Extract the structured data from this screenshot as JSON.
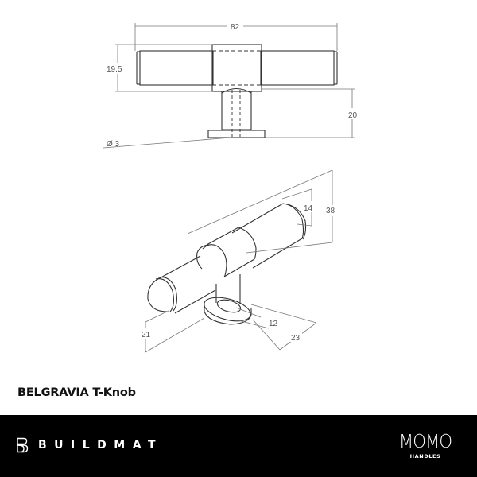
{
  "product": {
    "title": "BELGRAVIA T-Knob"
  },
  "top_view": {
    "dimensions": {
      "overall_length": "82",
      "bar_height": "19.5",
      "stem_height": "20",
      "thread_diameter": "Ø 3"
    }
  },
  "iso_view": {
    "dimensions": {
      "bar_diameter": "14",
      "overall_height": "38",
      "base_height": "21",
      "stem_diameter": "12",
      "base_diameter": "23"
    }
  },
  "footer": {
    "brand_left": "BUILDMAT",
    "brand_right": "MOMO",
    "brand_right_sub": "HANDLES"
  },
  "colors": {
    "line": "#333333",
    "dim_line": "#777777",
    "footer_bg": "#000000",
    "footer_text": "#ffffff"
  }
}
